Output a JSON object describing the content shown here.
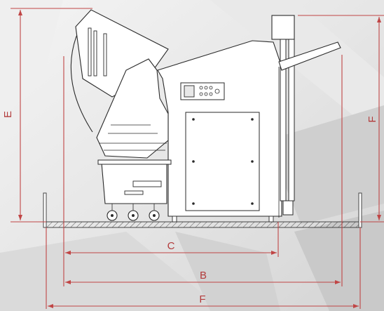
{
  "dimensions": {
    "e_label": "E",
    "f_vertical_label": "F",
    "c_label": "C",
    "b_label": "B",
    "f_horizontal_label": "F"
  },
  "colors": {
    "dimension_line": "#c04545",
    "machine_outline": "#2a2a2a",
    "background_shading": "#dcdcdc"
  }
}
